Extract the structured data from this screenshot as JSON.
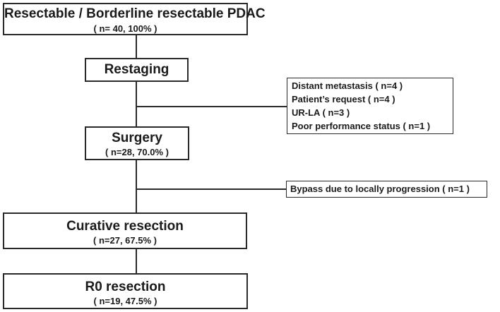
{
  "flowchart": {
    "start": {
      "title": "Resectable / Borderline resectable PDAC",
      "count": "( n= 40, 100% )"
    },
    "restaging": {
      "title": "Restaging"
    },
    "exclusion": {
      "items": [
        "Distant metastasis ( n=4 )",
        "Patient’s request ( n=4 )",
        "UR-LA ( n=3 )",
        "Poor performance status ( n=1 )"
      ]
    },
    "surgery": {
      "title": "Surgery",
      "count": "( n=28, 70.0% )"
    },
    "bypass": {
      "text": "Bypass due to locally progression  ( n=1 )"
    },
    "curative": {
      "title": "Curative resection",
      "count": "( n=27, 67.5% )"
    },
    "r0": {
      "title": "R0 resection",
      "count": "( n=19, 47.5% )"
    }
  }
}
